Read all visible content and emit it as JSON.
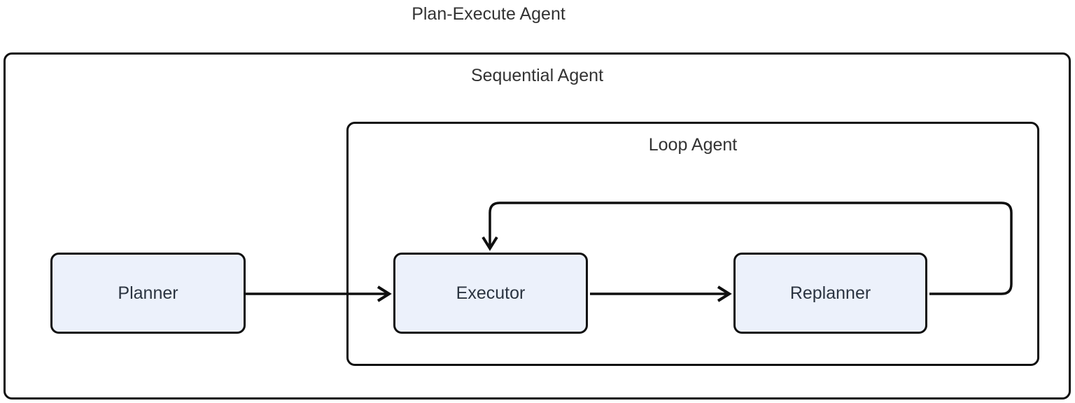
{
  "title": "Plan-Execute Agent",
  "diagram": {
    "outer_group": {
      "label": "Sequential Agent"
    },
    "loop_group": {
      "label": "Loop Agent"
    },
    "nodes": {
      "planner": {
        "label": "Planner"
      },
      "executor": {
        "label": "Executor"
      },
      "replanner": {
        "label": "Replanner"
      }
    },
    "edges": [
      {
        "from": "Planner",
        "to": "Executor",
        "kind": "straight"
      },
      {
        "from": "Executor",
        "to": "Replanner",
        "kind": "straight"
      },
      {
        "from": "Replanner",
        "to": "Executor",
        "kind": "loop-back"
      }
    ]
  },
  "colors": {
    "node-fill": "#ECF1FB",
    "node-border": "#0f0f0f",
    "edge-stroke": "#0f0f0f",
    "group-border": "#0f0f0f",
    "node-text": "#2b3440",
    "label-text": "#333333",
    "canvas-bg": "#ffffff"
  }
}
